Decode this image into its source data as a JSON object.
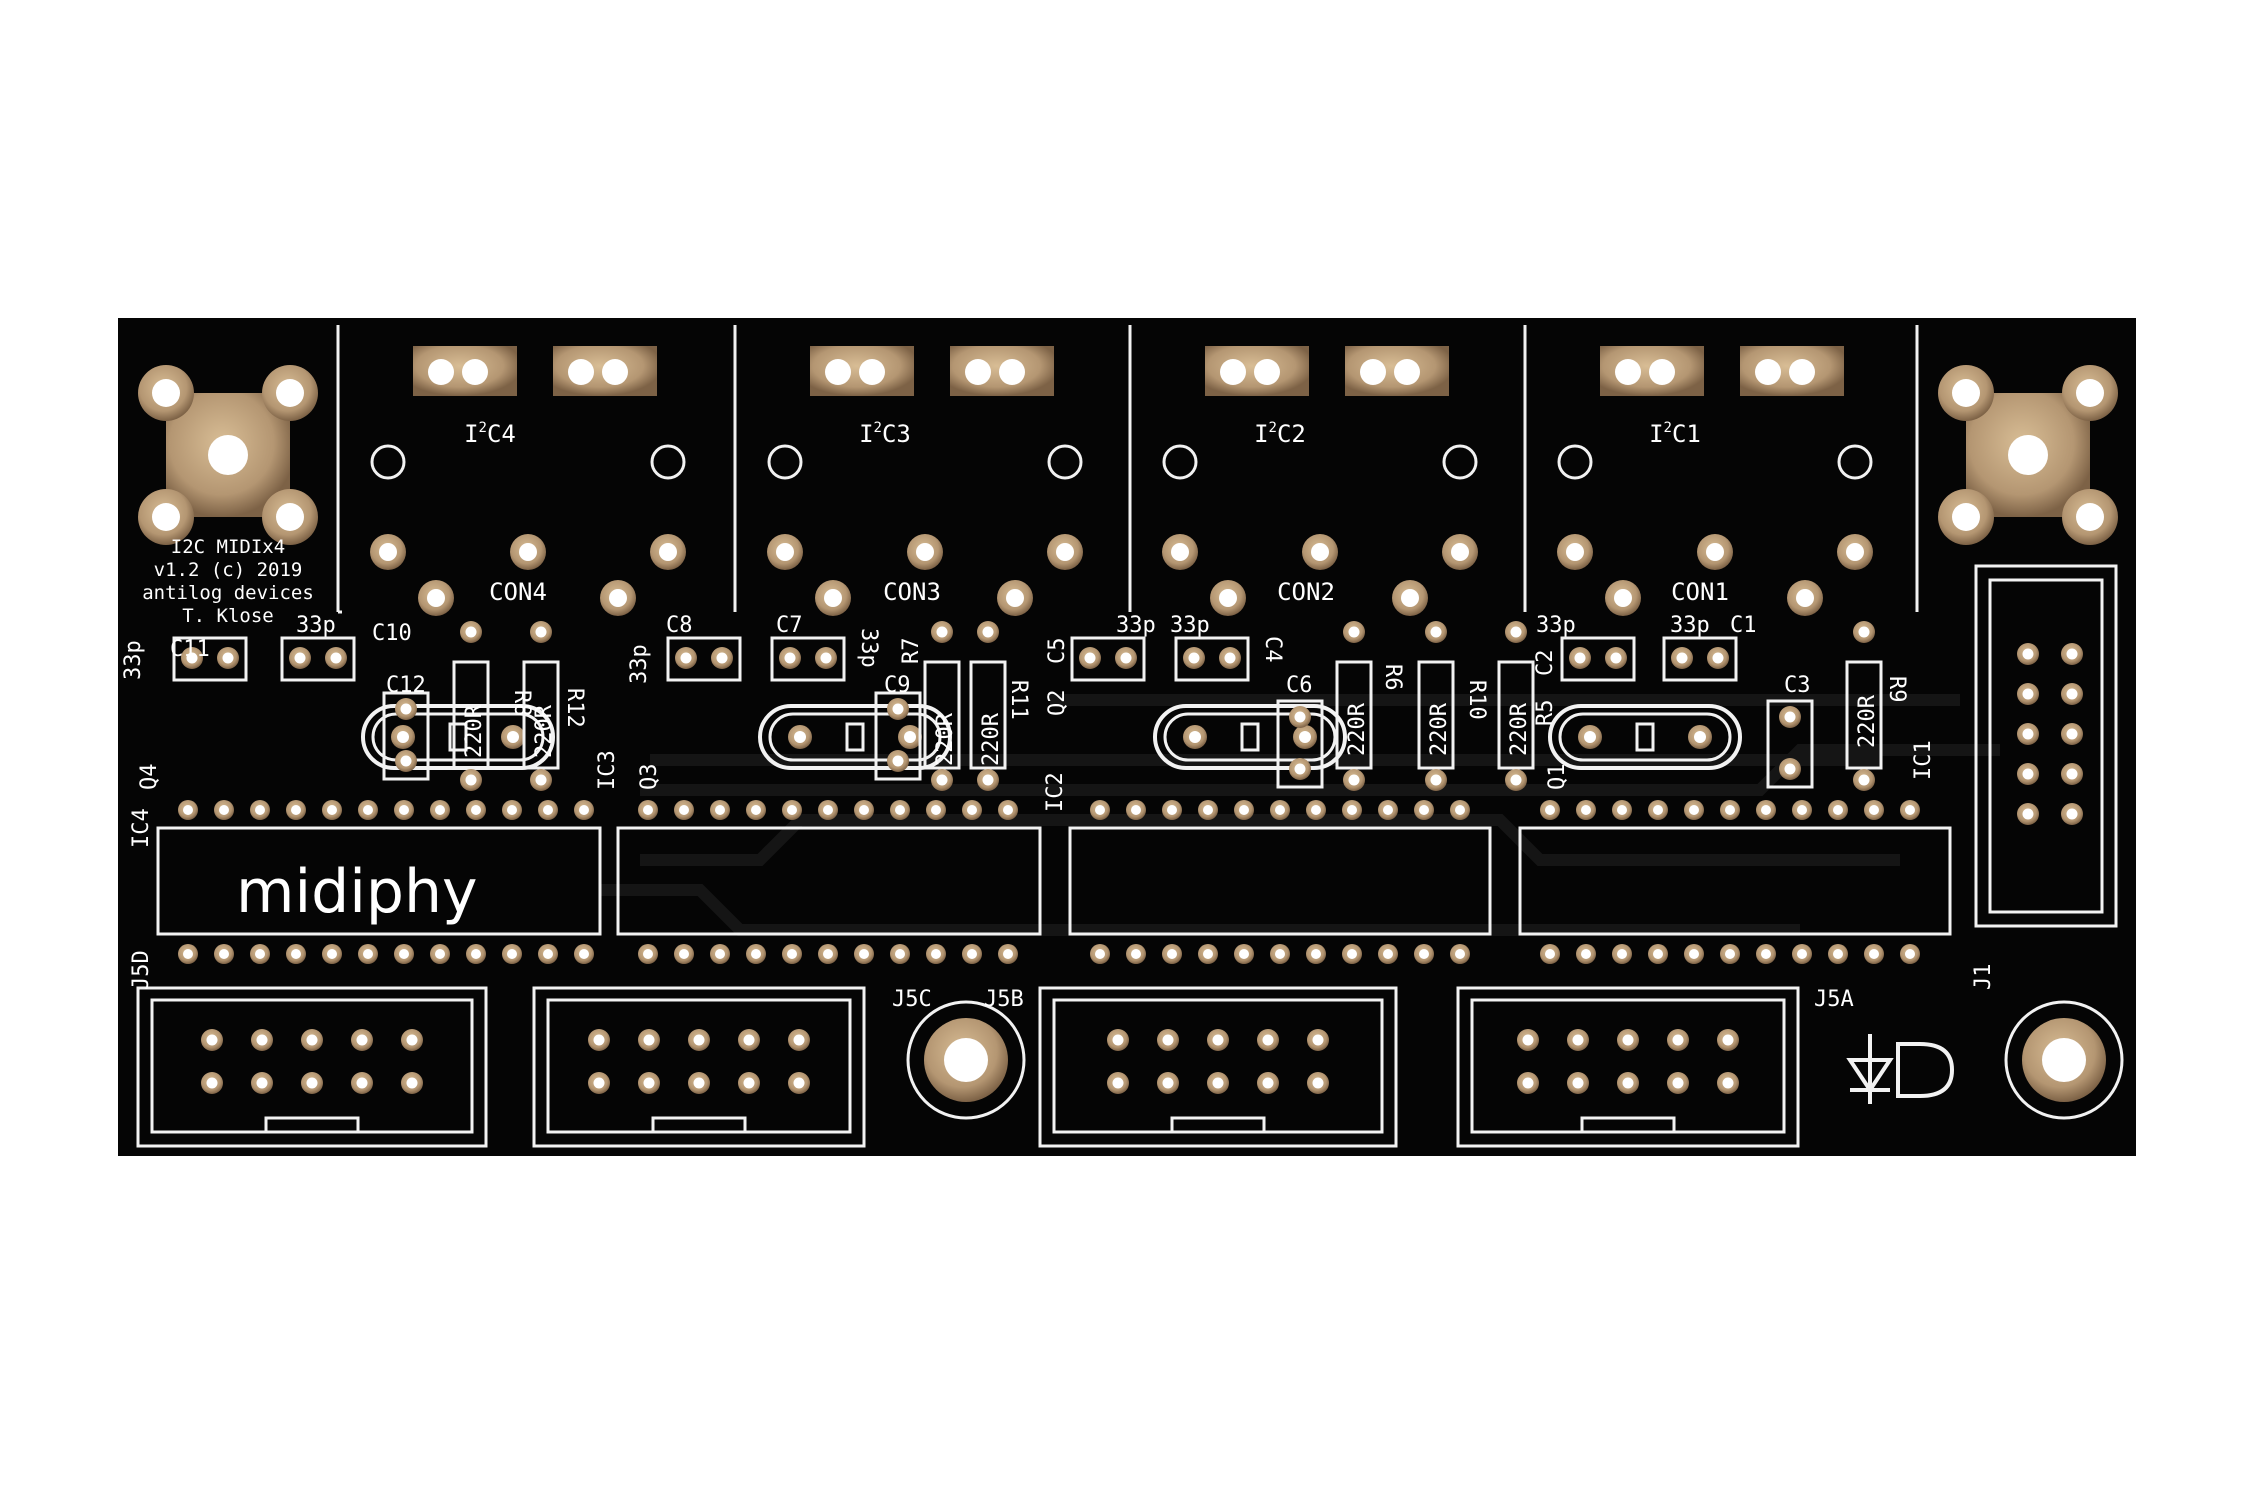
{
  "board": {
    "info": [
      "I2C MIDIx4",
      "v1.2 (c) 2019",
      "antilog devices",
      "T. Klose"
    ],
    "logo": "midiphy",
    "colors": {
      "background": "#ffffff",
      "pcb": "#050505",
      "silk": "#f2f2f2",
      "gold": "#b49672",
      "gold_dark": "#8a6f50",
      "copper_trace": "#141414"
    }
  },
  "sections": [
    {
      "i2c": "C4",
      "con": "CON4"
    },
    {
      "i2c": "C3",
      "con": "CON3"
    },
    {
      "i2c": "C2",
      "con": "CON2"
    },
    {
      "i2c": "C1",
      "con": "CON1"
    }
  ],
  "labels": {
    "c11": "C11",
    "p33_a": "33p",
    "p33_b": "33p",
    "c10": "C10",
    "c12": "C12",
    "r8": "R8",
    "r12": "R12",
    "q4": "Q4",
    "ic4": "IC4",
    "j5d": "J5D",
    "c8": "C8",
    "c7": "C7",
    "p33_c": "33p",
    "p33_d": "33p",
    "r7": "R7",
    "r11": "R11",
    "c9": "C9",
    "ic3": "IC3",
    "q3": "Q3",
    "p33_e": "33p",
    "p33_f": "33p",
    "c5": "C5",
    "c4": "C4",
    "c6": "C6",
    "r6": "R6",
    "r10": "R10",
    "q2": "Q2",
    "ic2": "IC2",
    "j5c": "J5C",
    "j5b": "J5B",
    "p33_g": "33p",
    "c2": "C2",
    "p33_h": "33p",
    "c1": "C1",
    "c3": "C3",
    "r5": "R5",
    "r9": "R9",
    "q1": "Q1",
    "ic1": "IC1",
    "j5a": "J5A",
    "j1": "J1",
    "res": "220R"
  }
}
